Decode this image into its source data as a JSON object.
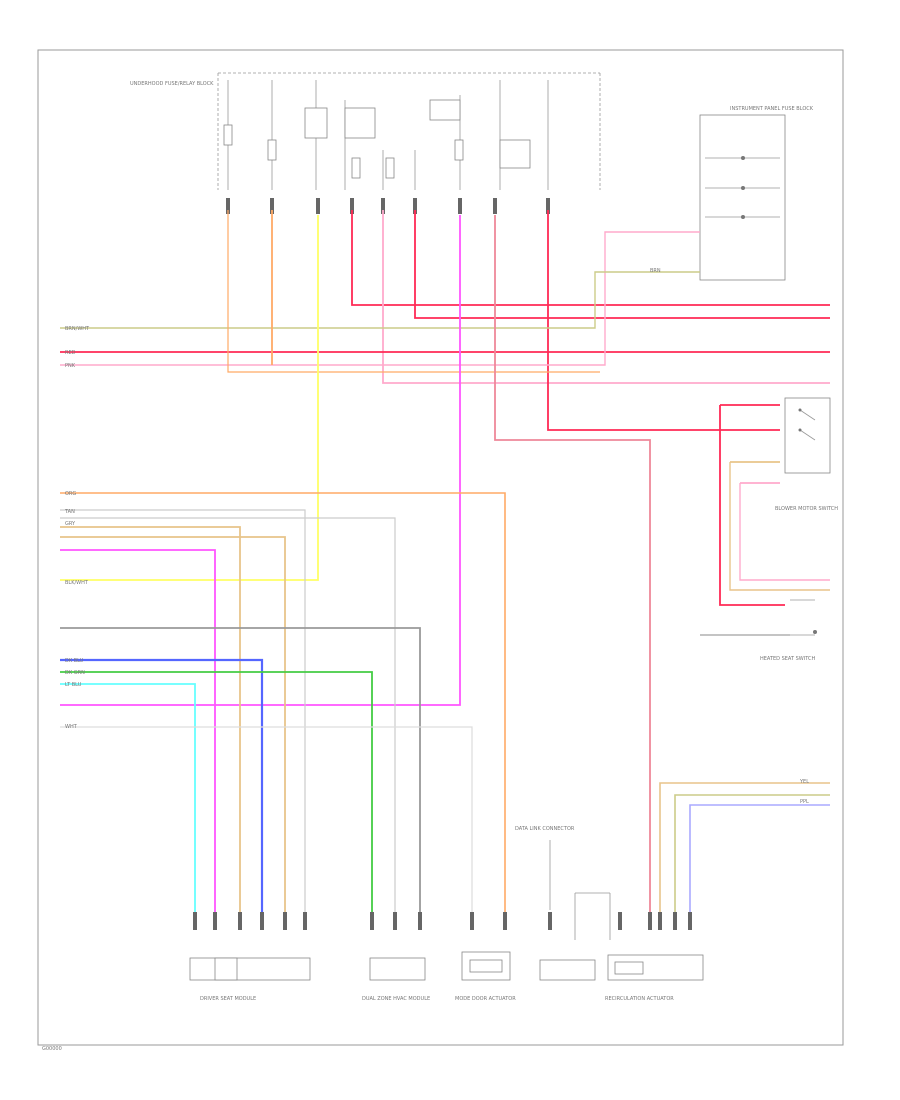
{
  "diagram": {
    "footer_code": "G00000",
    "wire_labels": {
      "brn_wht": "BRN/WHT",
      "red": "RED",
      "pnk": "PNK",
      "org": "ORG",
      "tan": "TAN",
      "gry": "GRY",
      "blk_wht": "BLK/WHT",
      "dk_blu": "DK BLU",
      "dk_grn": "DK GRN",
      "lt_blu": "LT BLU",
      "wht": "WHT",
      "yel": "YEL",
      "ppl": "PPL",
      "brn": "BRN"
    },
    "components": {
      "underhood_fuse_block": "UNDERHOOD FUSE/RELAY BLOCK",
      "instrument_panel_fuse_block": "INSTRUMENT PANEL FUSE BLOCK",
      "left_seat_module": "DRIVER SEAT MODULE",
      "dual_zone_module": "DUAL ZONE HVAC MODULE",
      "actuator_module": "MODE DOOR ACTUATOR",
      "right_connector": "DATA LINK CONNECTOR",
      "recirc_actuator": "RECIRCULATION ACTUATOR",
      "blower_switch": "BLOWER MOTOR SWITCH",
      "heated_seat_switch": "HEATED SEAT SWITCH"
    }
  }
}
